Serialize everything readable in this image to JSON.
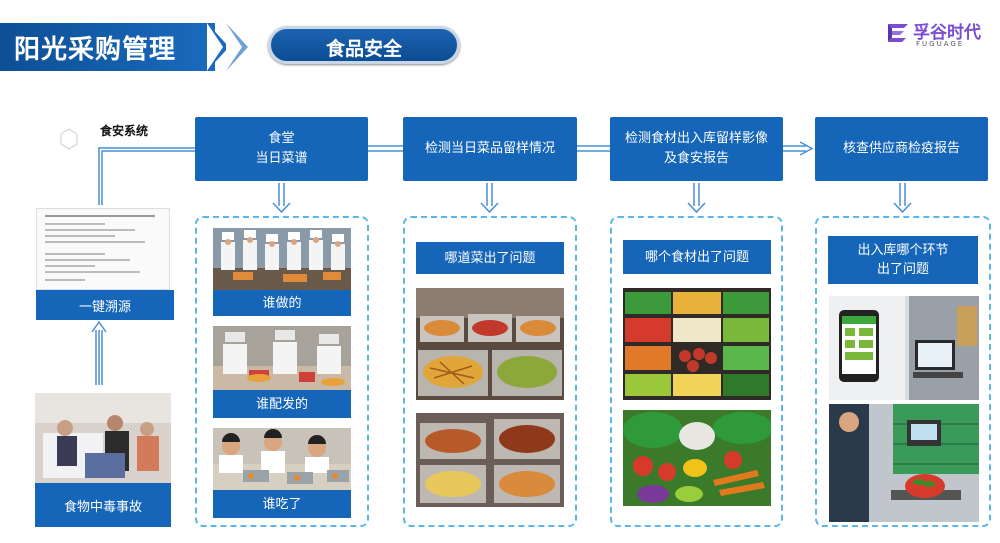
{
  "header": {
    "title": "阳光采购管理",
    "section_pill": "食品安全"
  },
  "logo": {
    "name": "孚谷时代",
    "subtitle": "FUGUAGE",
    "color": "#7a4dd1"
  },
  "left_column": {
    "system_label": "食安系统",
    "trace_button": "一键溯源",
    "incident_label": "食物中毒事故"
  },
  "process_steps": [
    {
      "line1": "食堂",
      "line2": "当日菜谱"
    },
    {
      "line1": "检测当日菜品留样情况",
      "line2": ""
    },
    {
      "line1": "检测食材出入库留样影像",
      "line2": "及食安报告"
    },
    {
      "line1": "核查供应商检疫报告",
      "line2": ""
    }
  ],
  "panels": {
    "canteen": {
      "labels": [
        "谁做的",
        "谁配发的",
        "谁吃了"
      ]
    },
    "dish": {
      "label": "哪道菜出了问题"
    },
    "ingredient": {
      "label": "哪个食材出了问题"
    },
    "warehouse": {
      "line1": "出入库哪个环节",
      "line2": "出了问题"
    }
  },
  "colors": {
    "primary_blue": "#1565b8",
    "dashed_border": "#5ab7e8",
    "connector": "#4a8fd6"
  }
}
